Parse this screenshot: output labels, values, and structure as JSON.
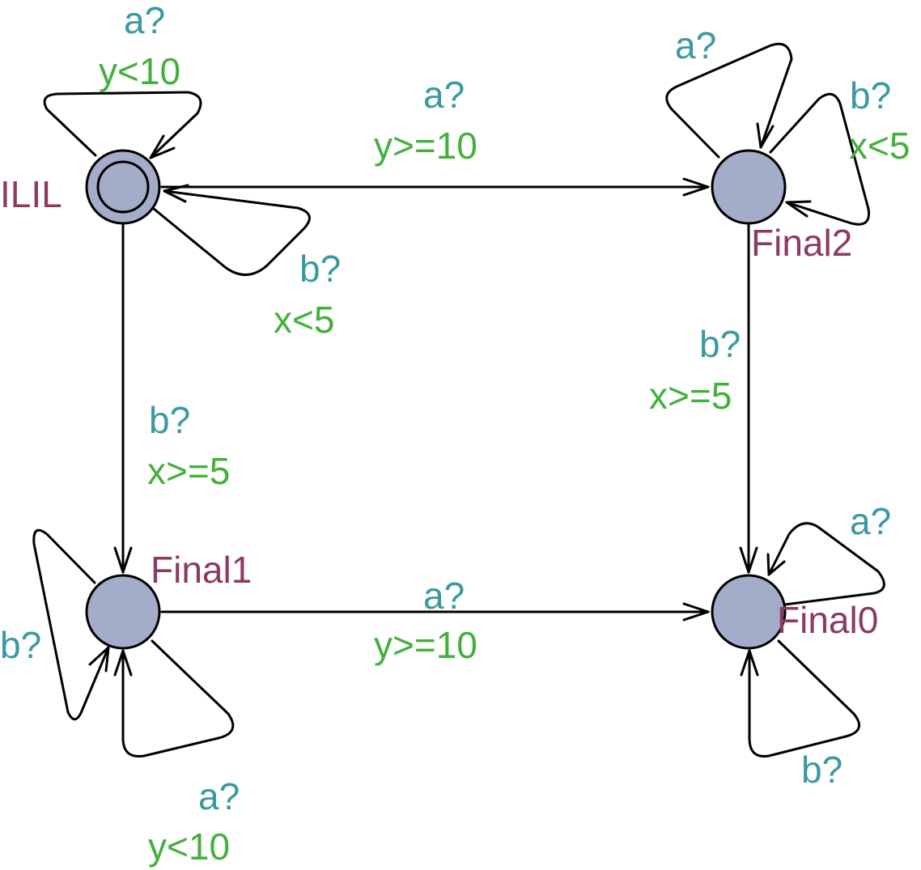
{
  "colors": {
    "location_fill": "#a3acc8",
    "location_name": "#8b3a62",
    "synchronisation": "#3a9aa0",
    "guard": "#44b03c",
    "edge": "#000000"
  },
  "locations": {
    "initial": {
      "name": "ILIL",
      "is_initial": true
    },
    "final2": {
      "name": "Final2"
    },
    "final1": {
      "name": "Final1"
    },
    "final0": {
      "name": "Final0"
    }
  },
  "edges": {
    "initial_self_a": {
      "sync": "a?",
      "guard": "y<10"
    },
    "initial_self_b": {
      "sync": "b?",
      "guard": "x<5"
    },
    "initial_to_final2": {
      "sync": "a?",
      "guard": "y>=10"
    },
    "initial_to_final1": {
      "sync": "b?",
      "guard": "x>=5"
    },
    "final2_self_a": {
      "sync": "a?"
    },
    "final2_self_b": {
      "sync": "b?",
      "guard": "x<5"
    },
    "final2_to_final0": {
      "sync": "b?",
      "guard": "x>=5"
    },
    "final1_to_final0": {
      "sync": "a?",
      "guard": "y>=10"
    },
    "final1_self_b": {
      "sync": "b?"
    },
    "final1_self_a": {
      "sync": "a?",
      "guard": "y<10"
    },
    "final0_self_a": {
      "sync": "a?"
    },
    "final0_self_b": {
      "sync": "b?"
    }
  }
}
